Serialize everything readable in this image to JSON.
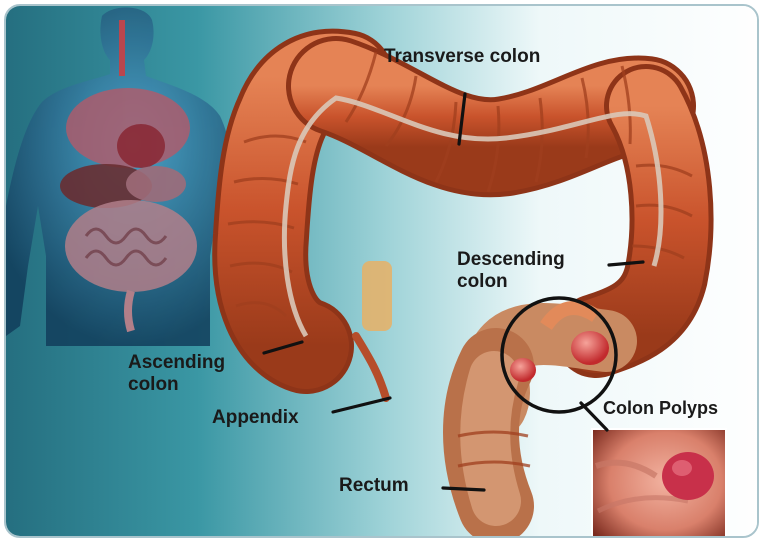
{
  "labels": {
    "transverse_colon": "Transverse colon",
    "descending_colon_line1": "Descending",
    "descending_colon_line2": "colon",
    "ascending_colon_line1": "Ascending",
    "ascending_colon_line2": "colon",
    "appendix": "Appendix",
    "rectum": "Rectum",
    "colon_polyps": "Colon Polyps"
  },
  "colors": {
    "background_teal": "#2f8c98",
    "colon_orange": "#c9532c",
    "colon_highlight": "#e8875a",
    "colon_shadow": "#8e3418",
    "body_blue": "#1d5f8c",
    "polyp_red": "#d9393a",
    "label_text": "#1a1a1a"
  }
}
